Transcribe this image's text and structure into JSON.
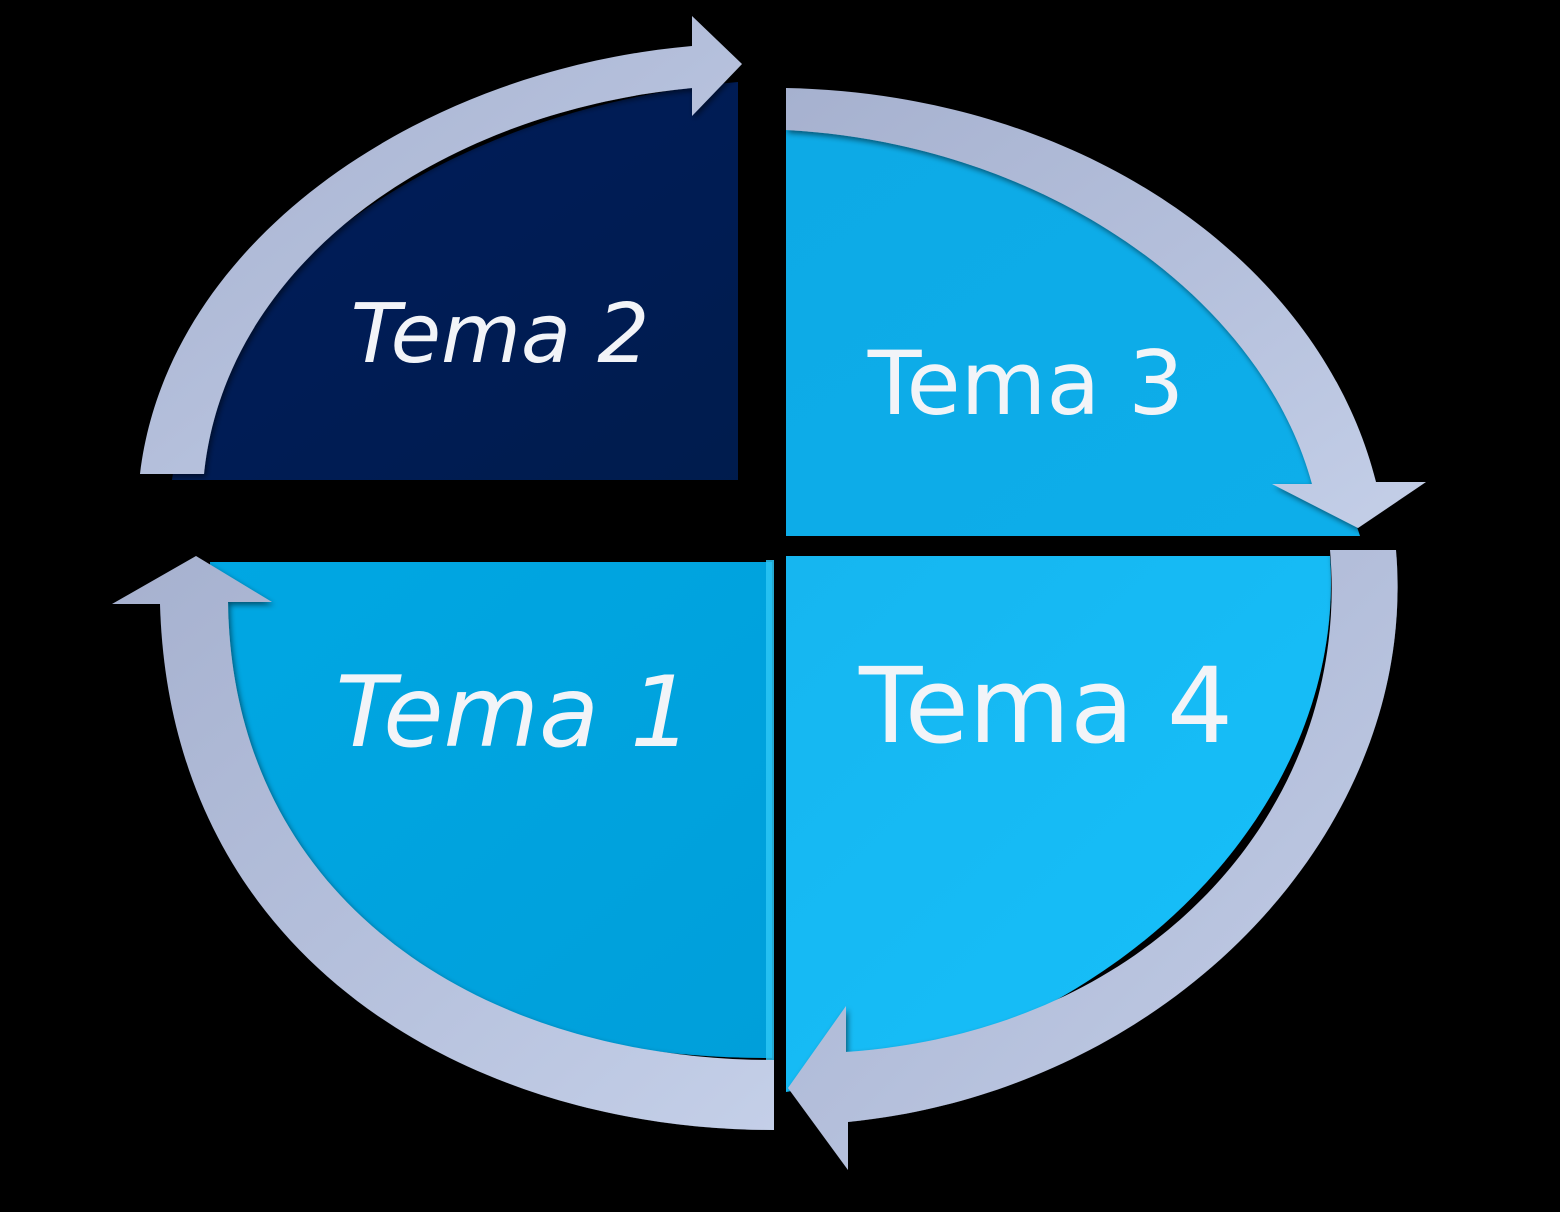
{
  "diagram": {
    "type": "cycle",
    "direction": "clockwise",
    "quadrants": [
      {
        "label": "Tema 1",
        "color": "#06a7e3"
      },
      {
        "label": "Tema 2",
        "color": "#021f5a"
      },
      {
        "label": "Tema 3",
        "color": "#0aaae6"
      },
      {
        "label": "Tema 4",
        "color": "#12b6f0"
      }
    ],
    "arrow_color": "#aeb8d4",
    "background": "#000000"
  }
}
